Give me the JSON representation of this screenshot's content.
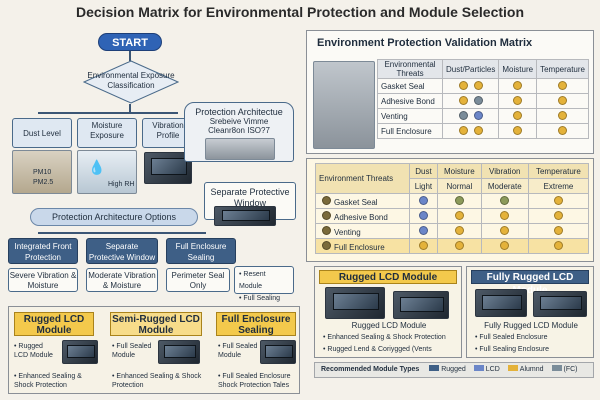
{
  "title": "Decision Matrix for Environmental Protection and Module Selection",
  "flow": {
    "start": "START",
    "exposure": "Environmental Exposure Classification",
    "protection_arch": {
      "title": "Protection Architectue",
      "line1": "Srebeive Vimme",
      "line2": "Cleanr8on ISO?7"
    },
    "dust": {
      "label": "Dust Level",
      "pm10": "PM10",
      "pm25": "PM2.5"
    },
    "moisture": {
      "label": "Moisture Exposure",
      "sub": "High RH"
    },
    "vibration": {
      "label": "Vibration Profile"
    },
    "separate_window": "Separate Protective Window",
    "options": "Protection Architecture Options",
    "integrated": "Integrated Front Protection",
    "separate": "Separate Protective Window",
    "full": "Full Enclosure Sealing",
    "severe": "Severe Vibration & Moisture",
    "moderate": "Moderate Vibration & Moisture",
    "perimeter": "Perimeter Seal Only",
    "resent": "Resent Module",
    "full_sealing": "Full Sealing"
  },
  "modules": [
    {
      "title": "Rugged LCD Module",
      "desc": "Rugged LCD Module",
      "b1": "Enhanced Sealing & Shock Protection"
    },
    {
      "title": "Semi-Rugged LCD Module",
      "desc": "Full Sealed Module",
      "b1": "Enhanced Sealing & Shock Protection"
    },
    {
      "title": "Full Enclosure Sealing",
      "desc": "Full Sealed Module",
      "b1": "Full Sealed Enclosure Shock Protection Tales"
    }
  ],
  "matrix1": {
    "title": "Environment Protection Validation Matrix",
    "headers": [
      "Environmental Threats",
      "Dust/Particles",
      "Moisture",
      "Temperature"
    ],
    "rows": [
      {
        "label": "Gasket Seal",
        "dots": [
          "#e4b23a",
          "#e4b23a",
          "#e4b23a",
          "#e4b23a"
        ]
      },
      {
        "label": "Adhesive Bond",
        "dots": [
          "#e4b23a",
          "#7a8c99",
          "#e4b23a",
          "#e4b23a"
        ]
      },
      {
        "label": "Venting",
        "dots": [
          "#7a8c99",
          "#6b86c8",
          "#e4b23a",
          "#e4b23a"
        ]
      },
      {
        "label": "Full Enclosure",
        "dots": [
          "#e4b23a",
          "#e4b23a",
          "#e4b23a",
          "#e4b23a"
        ]
      }
    ]
  },
  "matrix2": {
    "headers": [
      "Environment Threats",
      "Dust",
      "Moisture",
      "Vibration",
      "Temperature"
    ],
    "subheaders": [
      "Light",
      "Normal",
      "Moderate",
      "Extreme"
    ],
    "rows": [
      {
        "label": "Gasket Seal",
        "dots": [
          "#6b86c8",
          "#8c9a5a",
          "#8c9a5a",
          "#e4b23a"
        ]
      },
      {
        "label": "Adhesive Bond",
        "dots": [
          "#6b86c8",
          "#e4b23a",
          "#e4b23a",
          "#e4b23a"
        ]
      },
      {
        "label": "Venting",
        "dots": [
          "#6b86c8",
          "#e4b23a",
          "#e4b23a",
          "#e4b23a"
        ]
      },
      {
        "label": "Full Enclosure",
        "dots": [
          "#e4b23a",
          "#e4b23a",
          "#e4b23a",
          "#e4b23a"
        ]
      }
    ]
  },
  "rugged": {
    "title": "Rugged LCD Module",
    "label": "Rugged LCD Module",
    "b1": "Enhanced Sealing & Shock Protection",
    "b2": "Rugged Lend & Coriygged (Vents"
  },
  "fully_rugged": {
    "title": "Fully Rugged LCD Module",
    "label": "Fully Rugged LCD Module",
    "b1": "Full Sealed Enclosure",
    "b2": "Full Sealing Enclosure"
  },
  "legend": {
    "label": "Recommended Module Types",
    "items": [
      "Rugged",
      "LCD",
      "Alumnd",
      "(FC)"
    ]
  }
}
